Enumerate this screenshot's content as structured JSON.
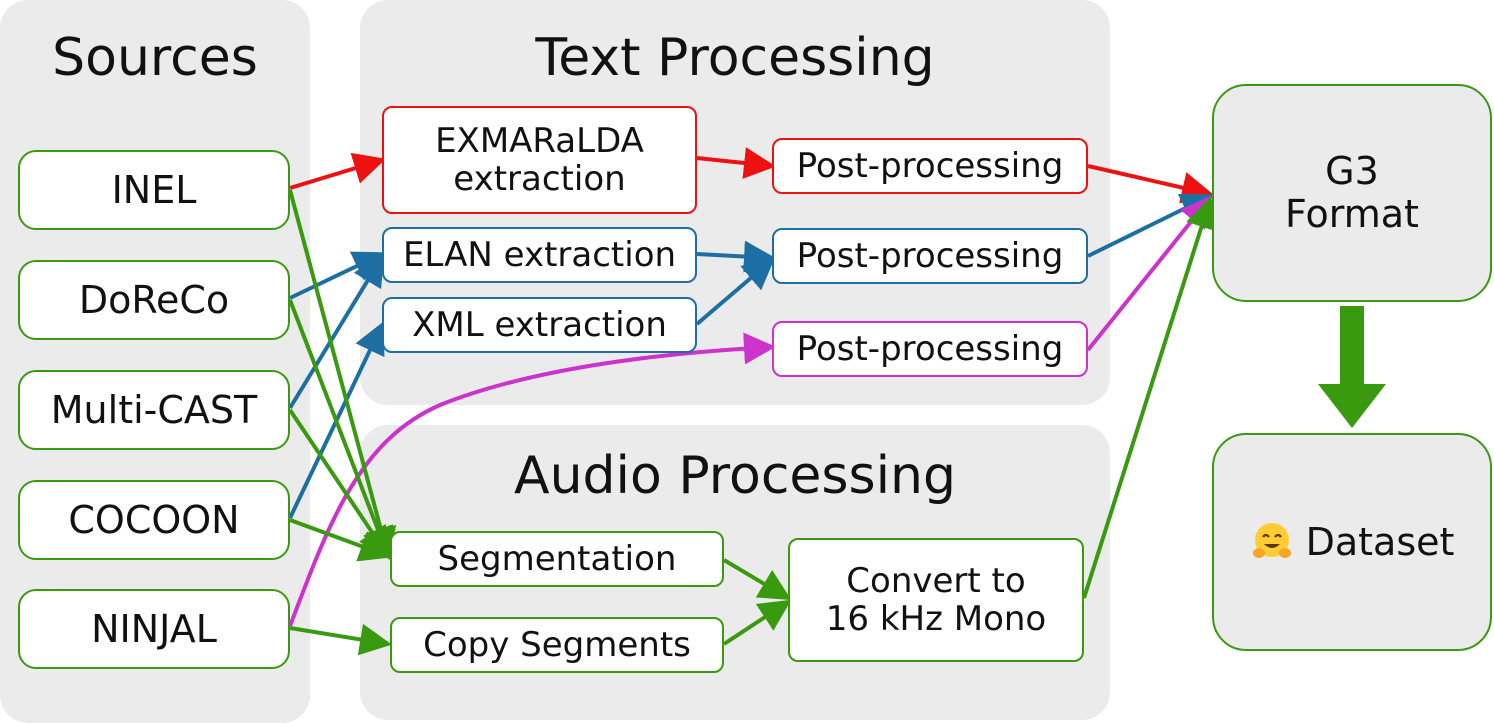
{
  "panels": {
    "sources": "Sources",
    "text_processing": "Text Processing",
    "audio_processing": "Audio Processing"
  },
  "sources": [
    "INEL",
    "DoReCo",
    "Multi-CAST",
    "COCOON",
    "NINJAL"
  ],
  "text_steps": {
    "exmaralda_line1": "EXMARaLDA",
    "exmaralda_line2": "extraction",
    "elan": "ELAN extraction",
    "xml": "XML extraction",
    "post_1": "Post-processing",
    "post_2": "Post-processing",
    "post_3": "Post-processing"
  },
  "audio_steps": {
    "segmentation": "Segmentation",
    "copy_segments": "Copy Segments",
    "convert_line1": "Convert to",
    "convert_line2": "16 kHz Mono"
  },
  "outputs": {
    "g3_line1": "G3",
    "g3_line2": "Format",
    "dataset": "Dataset",
    "dataset_icon": "hugging-face-emoji-icon"
  },
  "colors": {
    "green": "#3a9a0f",
    "red": "#ee1111",
    "blue": "#1d6fa3",
    "magenta": "#cc33cc",
    "panel": "#ebebeb"
  }
}
